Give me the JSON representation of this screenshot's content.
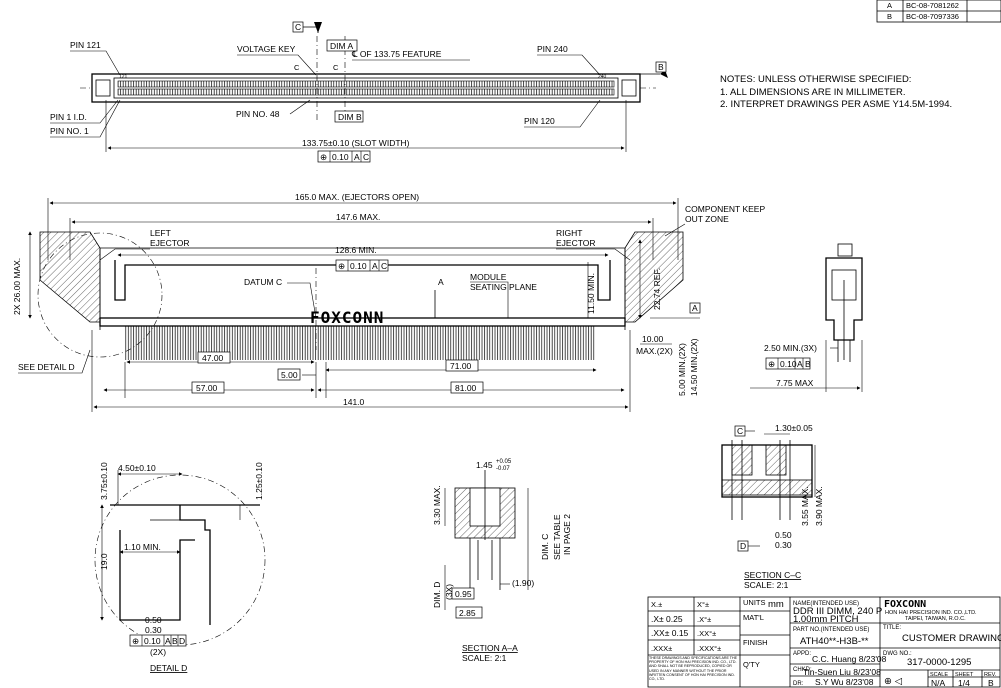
{
  "revisions": [
    {
      "rev": "A",
      "ecn": "BC-08-7081262"
    },
    {
      "rev": "B",
      "ecn": "BC-08-7097336"
    }
  ],
  "notes": {
    "header": "NOTES: UNLESS OTHERWISE SPECIFIED:",
    "items": [
      "1. ALL DIMENSIONS ARE IN MILLIMETER.",
      "2. INTERPRET DRAWINGS PER ASME Y14.5M-1994."
    ]
  },
  "top_view": {
    "datum_c": "C",
    "datum_b": "B",
    "pin121": "PIN 121",
    "voltage_key": "VOLTAGE KEY",
    "dim_a": "DIM A",
    "centerline": "℄ OF 133.75 FEATURE",
    "pin240": "PIN 240",
    "pin1id": "PIN 1 I.D.",
    "pinno1": "PIN NO. 1",
    "pinno48": "PIN NO. 48",
    "dim_b": "DIM B",
    "pin120": "PIN 120",
    "slot_width": "133.75±0.10 (SLOT WIDTH)",
    "tol": "0.10",
    "ref1": "A",
    "ref2": "C",
    "small_c1": "C",
    "small_c2": "C",
    "small_121": "121",
    "small_240": "240"
  },
  "front_view": {
    "max_ejectors": "165.0 MAX. (EJECTORS OPEN)",
    "max147": "147.6 MAX.",
    "left_ejector": "LEFT\nEJECTOR",
    "right_ejector": "RIGHT\nEJECTOR",
    "keepout": "COMPONENT KEEP\nOUT ZONE",
    "min128": "128.6 MIN.",
    "tol": "0.10",
    "ref1": "A",
    "ref2": "C",
    "datum_c": "DATUM C",
    "section_a": "A",
    "module_seating": "MODULE\nSEATING PLANE",
    "min11_50": "11.50 MIN.",
    "ref22_74": "22.74 REF.",
    "max2x26": "2X 26.00 MAX.",
    "brand": "FOXCONN",
    "datum_a": "A",
    "d10": "10.00",
    "maxd2x": "MAX.(2X)",
    "d47": "47.00",
    "d5": "5.00",
    "d71": "71.00",
    "min5": "5.00 MIN.(2X)",
    "min14": "14.50 MIN.(2X)",
    "d57": "57.00",
    "d81": "81.00",
    "d141": "141.0",
    "see_detail": "SEE DETAIL D"
  },
  "side_view": {
    "min250": "2.50 MIN.(3X)",
    "tol": "0.10",
    "ref1": "A",
    "ref2": "B",
    "max775": "7.75 MAX"
  },
  "detail_d": {
    "d375": "3.75±0.10",
    "d450": "4.50±0.10",
    "d125": "1.25±0.10",
    "d19": "19.0",
    "min110": "1.10 MIN.",
    "d050": "0.50",
    "d030": "0.30",
    "tol": "0.10",
    "ref1": "A",
    "ref2": "B",
    "ref3": "D",
    "x2": "(2X)",
    "title": "DETAIL D"
  },
  "section_aa": {
    "max330": "3.30 MAX.",
    "d145": "1.45",
    "tol_plus": "+0.05",
    "tol_minus": "-0.07",
    "dim_c": "DIM. C",
    "see_table": "SEE TABLE\nIN PAGE 2",
    "dim_d": "DIM. D",
    "x3": "(3X)",
    "d095": "0.95",
    "d190": "(1.90)",
    "d285": "2.85",
    "title": "SECTION A–A",
    "scale": "SCALE: 2:1"
  },
  "section_cc": {
    "datum_c": "C",
    "d130": "1.30±0.05",
    "max355": "3.55 MAX.",
    "max390": "3.90 MAX.",
    "datum_d": "D",
    "d050": "0.50",
    "d030": "0.30",
    "title": "SECTION C–C",
    "scale": "SCALE: 2:1"
  },
  "title_block": {
    "tol_rows": [
      {
        "a": "X.±",
        "b": "X°±"
      },
      {
        "a": ".X± 0.25",
        "b": ".X°±"
      },
      {
        "a": ".XX± 0.15",
        "b": ".XX°±"
      },
      {
        "a": ".XXX±",
        "b": ".XXX°±"
      }
    ],
    "units_label": "UNITS",
    "units": "mm",
    "matl": "MAT'L",
    "finish": "FINISH",
    "qty": "Q'TY",
    "disclaimer": "THESE DRAWINGS AND SPECIFICATIONS ARE THE PROPERTY OF HON HAI PRECISION IND. CO., LTD. AND SHALL NOT BE REPRODUCED, COPIED OR USED IN ANY MANNER WITHOUT THE PRIOR WRITTEN CONSENT OF HON HAI PRECISION IND. CO., LTD.",
    "name_label": "NAME(INTENDED USE)",
    "name_line1": "DDR III DIMM, 240 P",
    "name_line2": "1.00mm PITCH",
    "partno_label": "PART NO.(INTENDED USE)",
    "partno": "ATH40**-H3B-**",
    "appd_label": "APPD:",
    "appd": "C.C. Huang 8/23'08",
    "chkd_label": "CHKD:",
    "chkd": "Tin-Suen Liu 8/23'08",
    "dr_label": "DR:",
    "dr": "S.Y Wu 8/23'08",
    "company_logo": "FOXCONN",
    "company_line1": "HON HAI PRECISION IND. CO.,LTD.",
    "company_line2": "TAIPEI, TAIWAN, R.O.C.",
    "title_label": "TITLE:",
    "title": "CUSTOMER DRAWING",
    "dwgno_label": "DWG NO.:",
    "dwgno": "317-0000-1295",
    "scale_label": "SCALE",
    "scale": "N/A",
    "sheet_label": "SHEET",
    "sheet": "1/4",
    "rev_label": "REV.",
    "rev": "B"
  }
}
